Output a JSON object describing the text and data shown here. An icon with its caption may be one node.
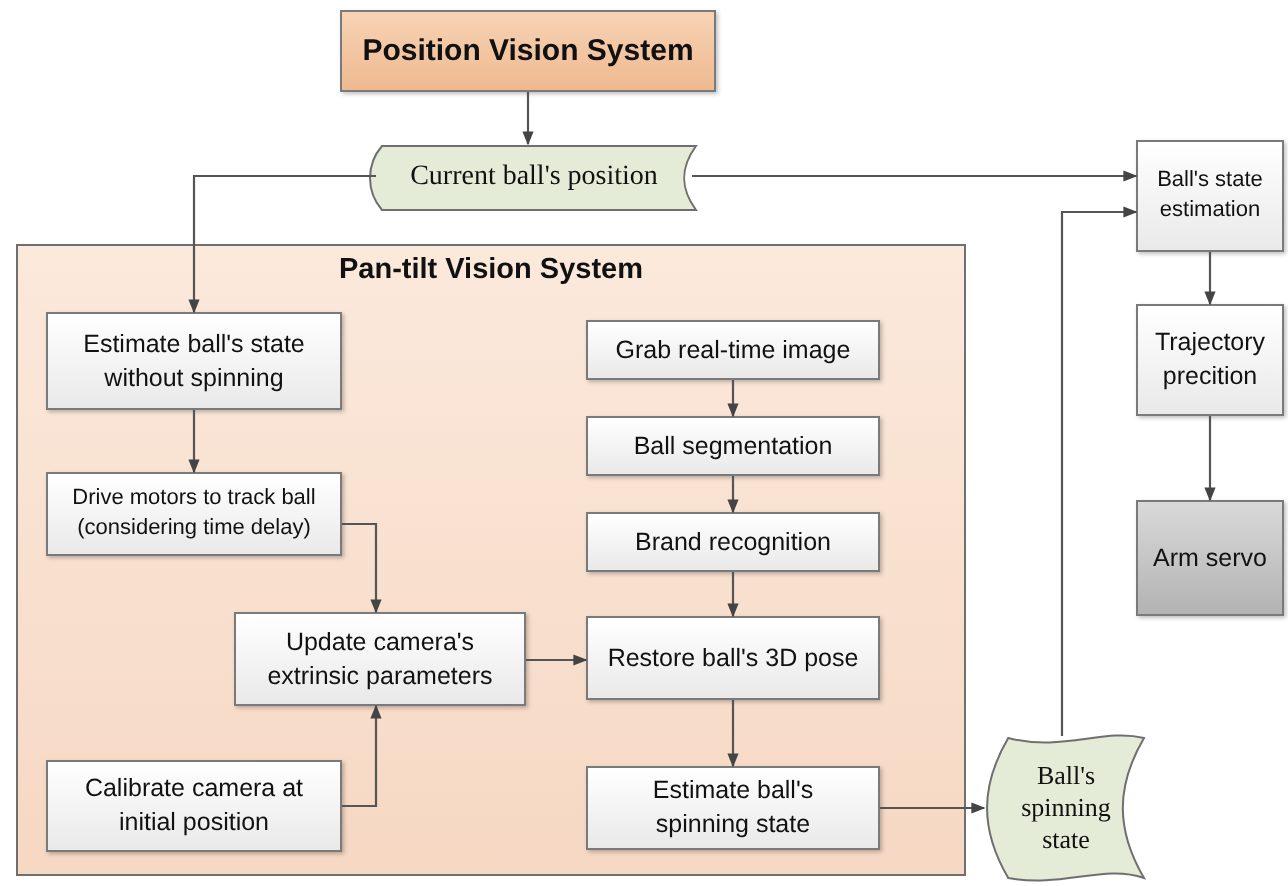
{
  "diagram": {
    "nodes": [
      {
        "text": [
          "Position Vision System"
        ]
      },
      {
        "text": [
          "Current ball's position"
        ]
      },
      {
        "text": [
          "Pan-tilt Vision System"
        ]
      },
      {
        "text": [
          "Estimate ball's state without spinning"
        ],
        "in": 2
      },
      {
        "text": [
          "Drive motors to track ball (considering time delay)"
        ],
        "in": 2
      },
      {
        "text": [
          "Update camera's extrinsic parameters"
        ],
        "in": 2
      },
      {
        "text": [
          "Calibrate camera at initial position"
        ],
        "in": 2
      },
      {
        "text": [
          "Grab real-time image"
        ],
        "in": 2
      },
      {
        "text": [
          "Ball segmentation"
        ],
        "in": 2
      },
      {
        "text": [
          "Brand recognition"
        ],
        "in": 2
      },
      {
        "text": [
          "Restore ball's 3D pose"
        ],
        "in": 2
      },
      {
        "text": [
          "Estimate ball's spinning state"
        ],
        "in": 2
      },
      {
        "text": [
          "Ball's spinning state"
        ]
      },
      {
        "text": [
          "Ball's state estimation"
        ]
      },
      {
        "text": [
          "Trajectory precition"
        ]
      },
      {
        "text": [
          "Arm servo"
        ]
      }
    ],
    "edges": [
      {
        "from": 0,
        "to": 1,
        "arrow": "to"
      },
      {
        "from": 1,
        "to": 3,
        "arrow": "to"
      },
      {
        "from": 1,
        "to": 13,
        "arrow": "to"
      },
      {
        "from": 3,
        "to": 4,
        "arrow": "to"
      },
      {
        "from": 4,
        "to": 5,
        "arrow": "to"
      },
      {
        "from": 6,
        "to": 5,
        "arrow": "to"
      },
      {
        "from": 5,
        "to": 10,
        "arrow": "to"
      },
      {
        "from": 7,
        "to": 8,
        "arrow": "to"
      },
      {
        "from": 8,
        "to": 9,
        "arrow": "to"
      },
      {
        "from": 9,
        "to": 10,
        "arrow": "to"
      },
      {
        "from": 10,
        "to": 11,
        "arrow": "to"
      },
      {
        "from": 11,
        "to": 12,
        "arrow": "to"
      },
      {
        "from": 12,
        "to": 13,
        "arrow": "to"
      },
      {
        "from": 13,
        "to": 14,
        "arrow": "to"
      },
      {
        "from": 14,
        "to": 15,
        "arrow": "to"
      }
    ]
  }
}
